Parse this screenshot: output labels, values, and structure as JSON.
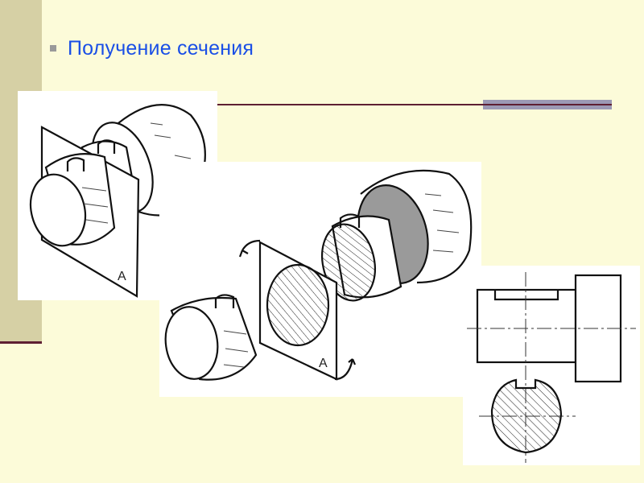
{
  "slide": {
    "title": "Получение сечения"
  },
  "figures": {
    "plane_label_1": "А",
    "plane_label_2": "А"
  },
  "colors": {
    "background": "#fcfbd9",
    "title": "#1a4fe6",
    "accent_bar": "#d6d0a5",
    "accent_line": "#5e1f32"
  }
}
